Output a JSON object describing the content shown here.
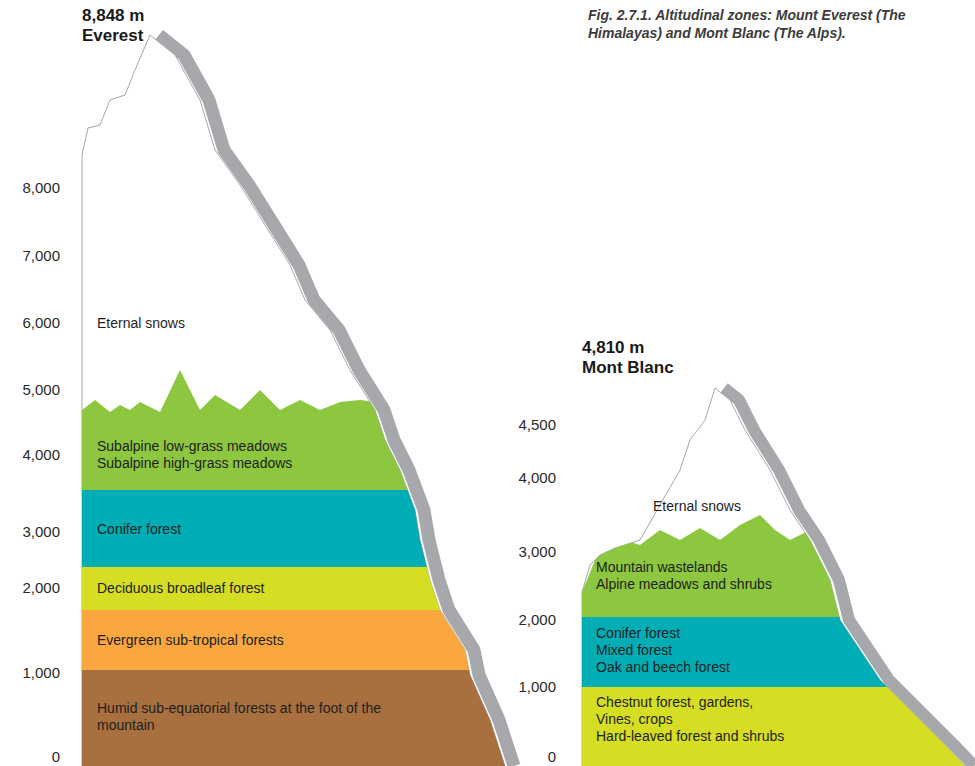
{
  "diagram": {
    "caption": "Fig. 2.7.1. Altitudinal zones: Mount Everest (The Himalayas) and Mont Blanc (The Alps).",
    "nodes": [
      {
        "text": [
          "Eternal snows"
        ]
      },
      {
        "text": [
          "Subalpine low-grass meadows",
          "Subalpine high-grass meadows"
        ]
      },
      {
        "text": [
          "Conifer forest"
        ]
      },
      {
        "text": [
          "Deciduous broadleaf forest"
        ]
      },
      {
        "text": [
          "Evergreen sub-tropical forests"
        ]
      },
      {
        "text": [
          "Humid sub-equatorial forests at the foot of the mountain"
        ]
      },
      {
        "text": [
          "Eternal snows"
        ]
      },
      {
        "text": [
          "Mountain wastelands",
          "Alpine meadows and shrubs"
        ]
      },
      {
        "text": [
          "Conifer forest",
          "Mixed forest",
          "Oak and beech forest"
        ]
      },
      {
        "text": [
          "Chestnut forest, gardens, Vines, crops",
          "Hard-leaved forest and shrubs"
        ]
      }
    ],
    "labels": [
      "8,848 m",
      "Everest",
      "8,000",
      "7,000",
      "6,000",
      "5,000",
      "4,000",
      "3,000",
      "2,000",
      "1,000",
      "0",
      "4,810 m",
      "Mont Blanc",
      "4,500",
      "4,000",
      "3,000",
      "2,000",
      "1,000",
      "0"
    ]
  }
}
